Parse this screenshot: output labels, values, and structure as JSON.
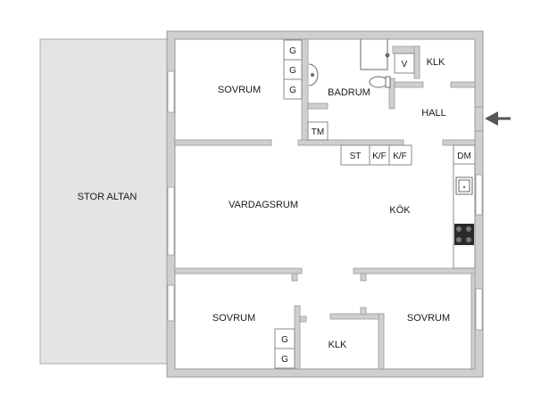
{
  "rooms": {
    "stor_altan": "STOR ALTAN",
    "sovrum_top": "SOVRUM",
    "badrum": "BADRUM",
    "klk_top": "KLK",
    "hall": "HALL",
    "vardagsrum": "VARDAGSRUM",
    "kok": "KÖK",
    "sovrum_bottom_left": "SOVRUM",
    "klk_bottom": "KLK",
    "sovrum_bottom_right": "SOVRUM"
  },
  "fixtures": {
    "g1": "G",
    "g2": "G",
    "g3": "G",
    "tm": "TM",
    "v": "V",
    "st": "ST",
    "kf1": "K/F",
    "kf2": "K/F",
    "dm": "DM",
    "g4": "G",
    "g5": "G"
  },
  "colors": {
    "wall": "#cfcfcf",
    "wall_edge": "#9a9a9a",
    "balcony": "#e4e4e4",
    "floor": "#ffffff",
    "arrow": "#555555"
  },
  "icons": {
    "entrance": "arrow-left-icon",
    "stove": "stove-icon",
    "sink": "sink-icon",
    "toilet": "toilet-icon",
    "washbasin": "washbasin-icon"
  }
}
